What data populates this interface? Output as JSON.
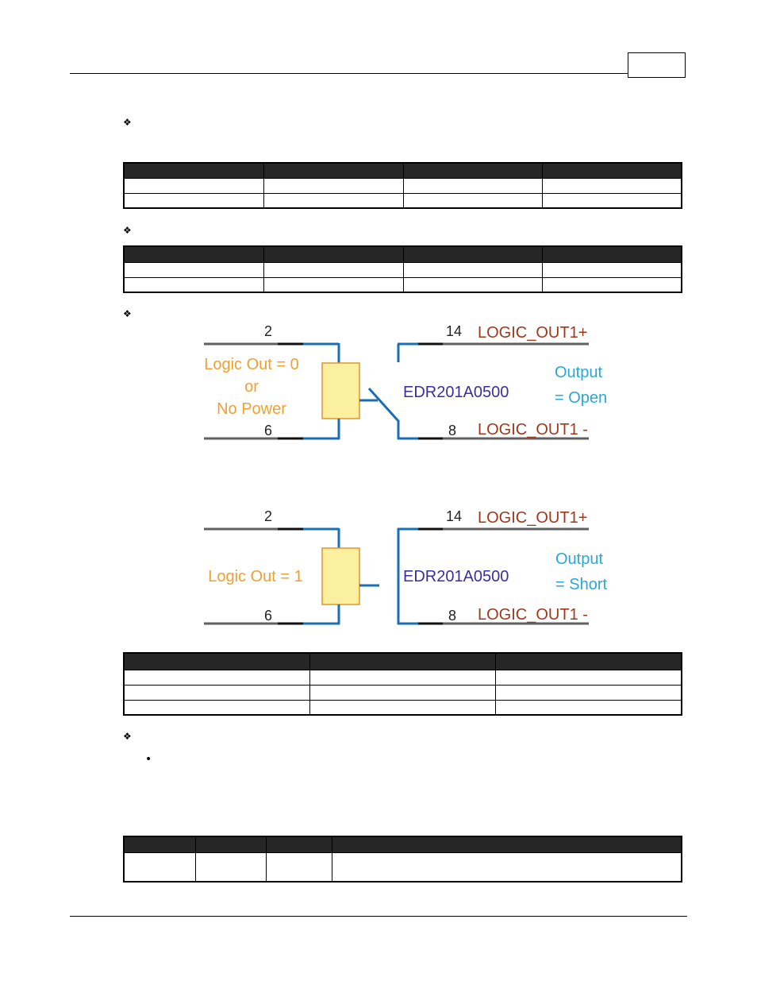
{
  "header": {
    "page_box": ""
  },
  "bullets": {
    "symbol": "❖",
    "dot": "•"
  },
  "tables": {
    "table1": {
      "columns": 4,
      "rows": 2
    },
    "table2": {
      "columns": 4,
      "rows": 2
    },
    "table3": {
      "columns": 3,
      "rows": 3
    },
    "table4": {
      "columns": 4,
      "rows": 1
    }
  },
  "diagram_top": {
    "pin_left_top": "2",
    "pin_left_bottom": "6",
    "pin_right_top": "14",
    "pin_right_bottom": "8",
    "label_logic_line1": "Logic Out = 0",
    "label_logic_line2": "or",
    "label_logic_line3": "No Power",
    "device": "EDR201A0500",
    "out_plus": "LOGIC_OUT1+",
    "out_minus": "LOGIC_OUT1 -",
    "output_line1": "Output",
    "output_line2": "= Open"
  },
  "diagram_bottom": {
    "pin_left_top": "2",
    "pin_left_bottom": "6",
    "pin_right_top": "14",
    "pin_right_bottom": "8",
    "label_logic": "Logic Out = 1",
    "device": "EDR201A0500",
    "out_plus": "LOGIC_OUT1+",
    "out_minus": "LOGIC_OUT1 -",
    "output_line1": "Output",
    "output_line2": "= Short"
  },
  "colors": {
    "wire_blue": "#1a6fb4",
    "wire_gray": "#606060",
    "logic_orange": "#f0a030",
    "device_purple": "#3a2fa0",
    "signal_brown": "#a0381c",
    "output_cyan": "#2aa7d8",
    "relay_fill": "#fbf0a0",
    "relay_border": "#e0952a",
    "table_header": "#262626"
  }
}
